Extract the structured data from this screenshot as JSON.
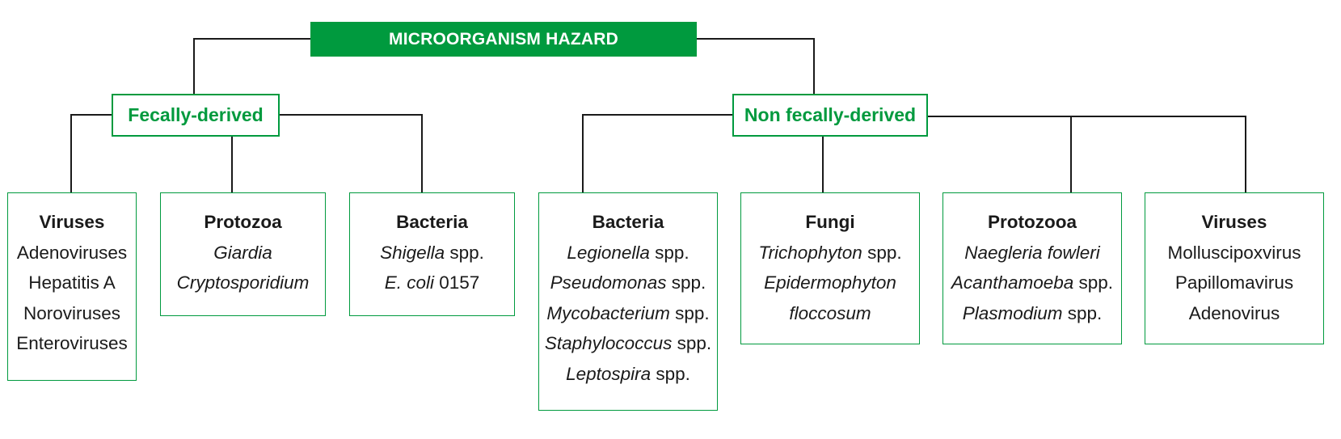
{
  "colors": {
    "accent": "#009a3e",
    "line": "#1a1a1a"
  },
  "title": "MICROORGANISM HAZARD",
  "branches": {
    "fecal": {
      "label": "Fecally-derived",
      "groups": [
        {
          "heading": "Viruses",
          "lines": [
            [
              {
                "t": "Adenoviruses",
                "i": false
              }
            ],
            [
              {
                "t": "Hepatitis A",
                "i": false
              }
            ],
            [
              {
                "t": "Noroviruses",
                "i": false
              }
            ],
            [
              {
                "t": "Enteroviruses",
                "i": false
              }
            ]
          ]
        },
        {
          "heading": "Protozoa",
          "lines": [
            [
              {
                "t": "Giardia",
                "i": true
              }
            ],
            [
              {
                "t": "Cryptosporidium",
                "i": true
              }
            ]
          ]
        },
        {
          "heading": "Bacteria",
          "lines": [
            [
              {
                "t": "Shigella",
                "i": true
              },
              {
                "t": " spp.",
                "i": false
              }
            ],
            [
              {
                "t": "E. coli",
                "i": true
              },
              {
                "t": " 0157",
                "i": false
              }
            ]
          ]
        }
      ]
    },
    "nonfecal": {
      "label": "Non fecally-derived",
      "groups": [
        {
          "heading": "Bacteria",
          "lines": [
            [
              {
                "t": "Legionella",
                "i": true
              },
              {
                "t": " spp.",
                "i": false
              }
            ],
            [
              {
                "t": "Pseudomonas",
                "i": true
              },
              {
                "t": " spp.",
                "i": false
              }
            ],
            [
              {
                "t": "Mycobacterium",
                "i": true
              },
              {
                "t": " spp.",
                "i": false
              }
            ],
            [
              {
                "t": "Staphylococcus",
                "i": true
              },
              {
                "t": " spp.",
                "i": false
              }
            ],
            [
              {
                "t": "Leptospira",
                "i": true
              },
              {
                "t": " spp.",
                "i": false
              }
            ]
          ]
        },
        {
          "heading": "Fungi",
          "lines": [
            [
              {
                "t": "Trichophyton",
                "i": true
              },
              {
                "t": " spp.",
                "i": false
              }
            ],
            [
              {
                "t": "Epidermophyton",
                "i": true
              }
            ],
            [
              {
                "t": "floccosum",
                "i": true
              }
            ]
          ]
        },
        {
          "heading": "Protozooa",
          "lines": [
            [
              {
                "t": "Naegleria fowleri",
                "i": true
              }
            ],
            [
              {
                "t": "Acanthamoeba",
                "i": true
              },
              {
                "t": " spp.",
                "i": false
              }
            ],
            [
              {
                "t": "Plasmodium",
                "i": true
              },
              {
                "t": " spp.",
                "i": false
              }
            ]
          ]
        },
        {
          "heading": "Viruses",
          "lines": [
            [
              {
                "t": "Molluscipoxvirus",
                "i": false
              }
            ],
            [
              {
                "t": "Papillomavirus",
                "i": false
              }
            ],
            [
              {
                "t": "Adenovirus",
                "i": false
              }
            ]
          ]
        }
      ]
    }
  }
}
